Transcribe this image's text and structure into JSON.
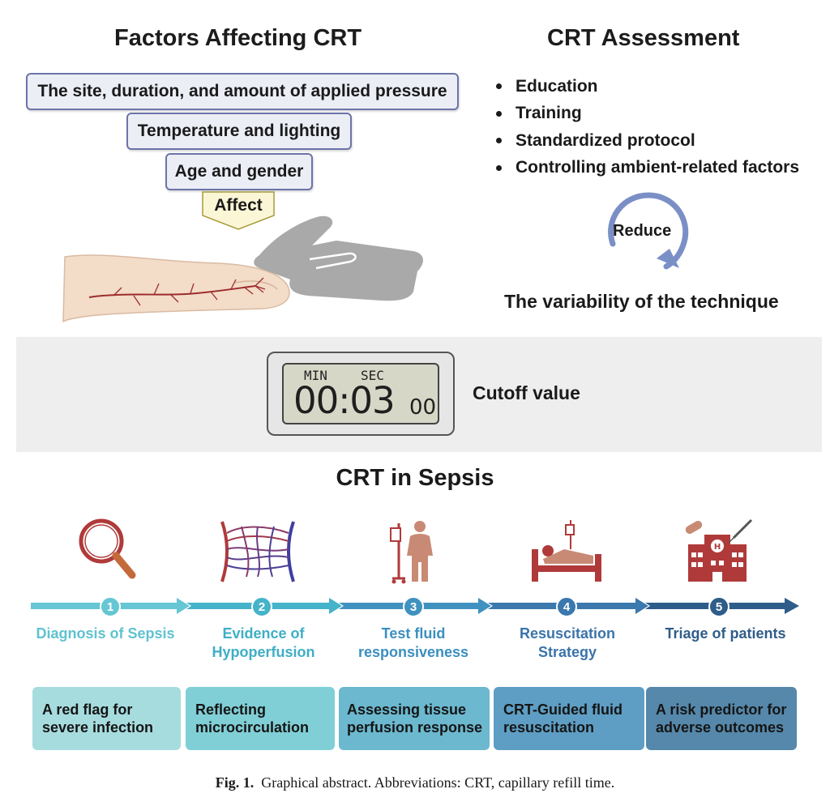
{
  "factors": {
    "title": "Factors Affecting CRT",
    "items": [
      "The site, duration, and amount of applied pressure",
      "Temperature and lighting",
      "Age and gender"
    ],
    "affect_label": "Affect"
  },
  "assessment": {
    "title": "CRT Assessment",
    "bullets": [
      "Education",
      "Training",
      "Standardized protocol",
      "Controlling ambient-related factors"
    ],
    "reduce_label": "Reduce",
    "result": "The variability of the technique"
  },
  "timer": {
    "min_label": "MIN",
    "sec_label": "SEC",
    "time": "00:03",
    "hundredths": "00",
    "cutoff_label": "Cutoff value"
  },
  "sepsis": {
    "title": "CRT in Sepsis",
    "steps": [
      {
        "num": "1",
        "label": "Diagnosis of Sepsis",
        "card": "A red flag for severe infection",
        "icon": "magnifier-icon",
        "color": "#66c6d3",
        "card_color": "#a7dcdf"
      },
      {
        "num": "2",
        "label": "Evidence of Hypoperfusion",
        "card": "Reflecting microcirculation",
        "icon": "capillary-network-icon",
        "color": "#45b3c9",
        "card_color": "#80cfd6"
      },
      {
        "num": "3",
        "label": "Test fluid responsiveness",
        "card": "Assessing tissue perfusion response",
        "icon": "iv-drip-patient-icon",
        "color": "#3f92c0",
        "card_color": "#6bb8cf"
      },
      {
        "num": "4",
        "label": "Resuscitation Strategy",
        "card": "CRT-Guided fluid resuscitation",
        "icon": "hospital-bed-icon",
        "color": "#3a78ad",
        "card_color": "#5e9ec4"
      },
      {
        "num": "5",
        "label": "Triage of patients",
        "card": "A risk predictor for adverse outcomes",
        "icon": "hospital-icon",
        "color": "#2f5d89",
        "card_color": "#5588aa"
      }
    ]
  },
  "caption": {
    "fig": "Fig. 1.",
    "text": "Graphical abstract. Abbreviations: CRT, capillary refill time."
  },
  "colors": {
    "box_border": "#6c74a8",
    "box_fill": "#eceef6",
    "icon_red": "#b03a3a",
    "reduce_arrow": "#7b8fc7"
  }
}
